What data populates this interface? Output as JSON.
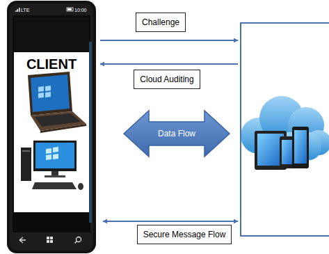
{
  "diagram": {
    "nodes": [
      {
        "text": [
          "CLIENT"
        ]
      },
      {
        "text": []
      }
    ],
    "edges": [
      {
        "from": 0,
        "to": 1,
        "arrow": "to",
        "label": "Challenge"
      },
      {
        "from": 1,
        "to": 0,
        "arrow": "to",
        "label": "Cloud Auditing"
      },
      {
        "from": 0,
        "to": 1,
        "arrow": "both",
        "label": "Data Flow"
      },
      {
        "from": 0,
        "to": 1,
        "arrow": "both",
        "label": "Secure Message Flow"
      }
    ],
    "labels": [
      "LTE",
      "10:00"
    ]
  }
}
